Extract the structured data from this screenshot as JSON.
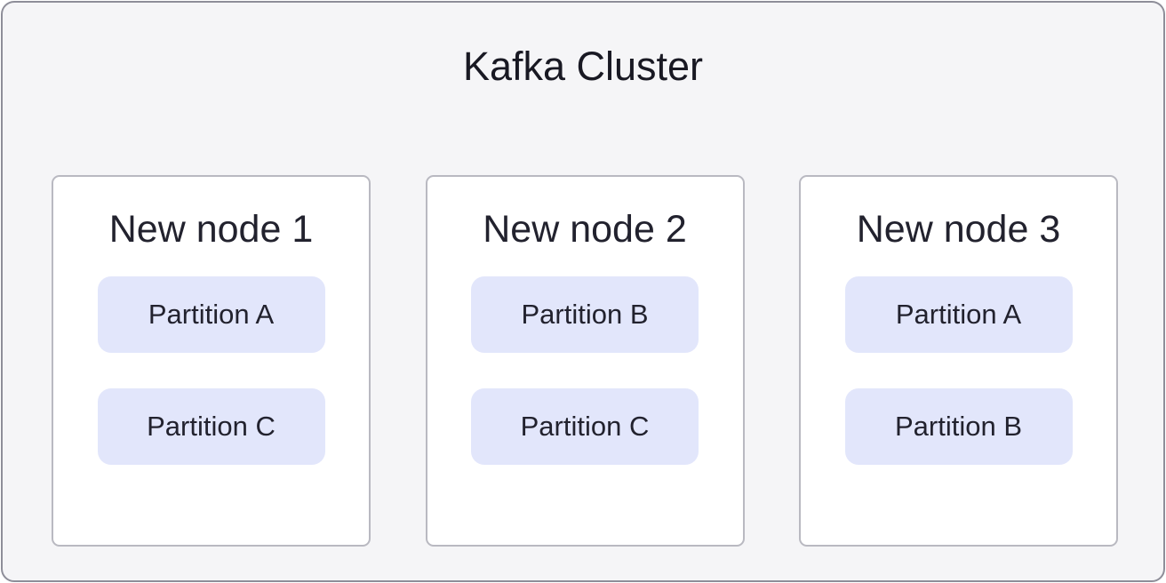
{
  "diagram": {
    "title": "Kafka Cluster",
    "colors": {
      "frame_background": "#f5f5f7",
      "frame_border": "#8e8e99",
      "card_background": "#ffffff",
      "card_border": "#b9b9c1",
      "pill_background": "#e2e6fb",
      "text": "#22222e"
    },
    "nodes": [
      {
        "name": "New node 1",
        "partitions": [
          {
            "label": "Partition A"
          },
          {
            "label": "Partition C"
          }
        ]
      },
      {
        "name": "New node 2",
        "partitions": [
          {
            "label": "Partition B"
          },
          {
            "label": "Partition C"
          }
        ]
      },
      {
        "name": "New node 3",
        "partitions": [
          {
            "label": "Partition A"
          },
          {
            "label": "Partition B"
          }
        ]
      }
    ]
  }
}
